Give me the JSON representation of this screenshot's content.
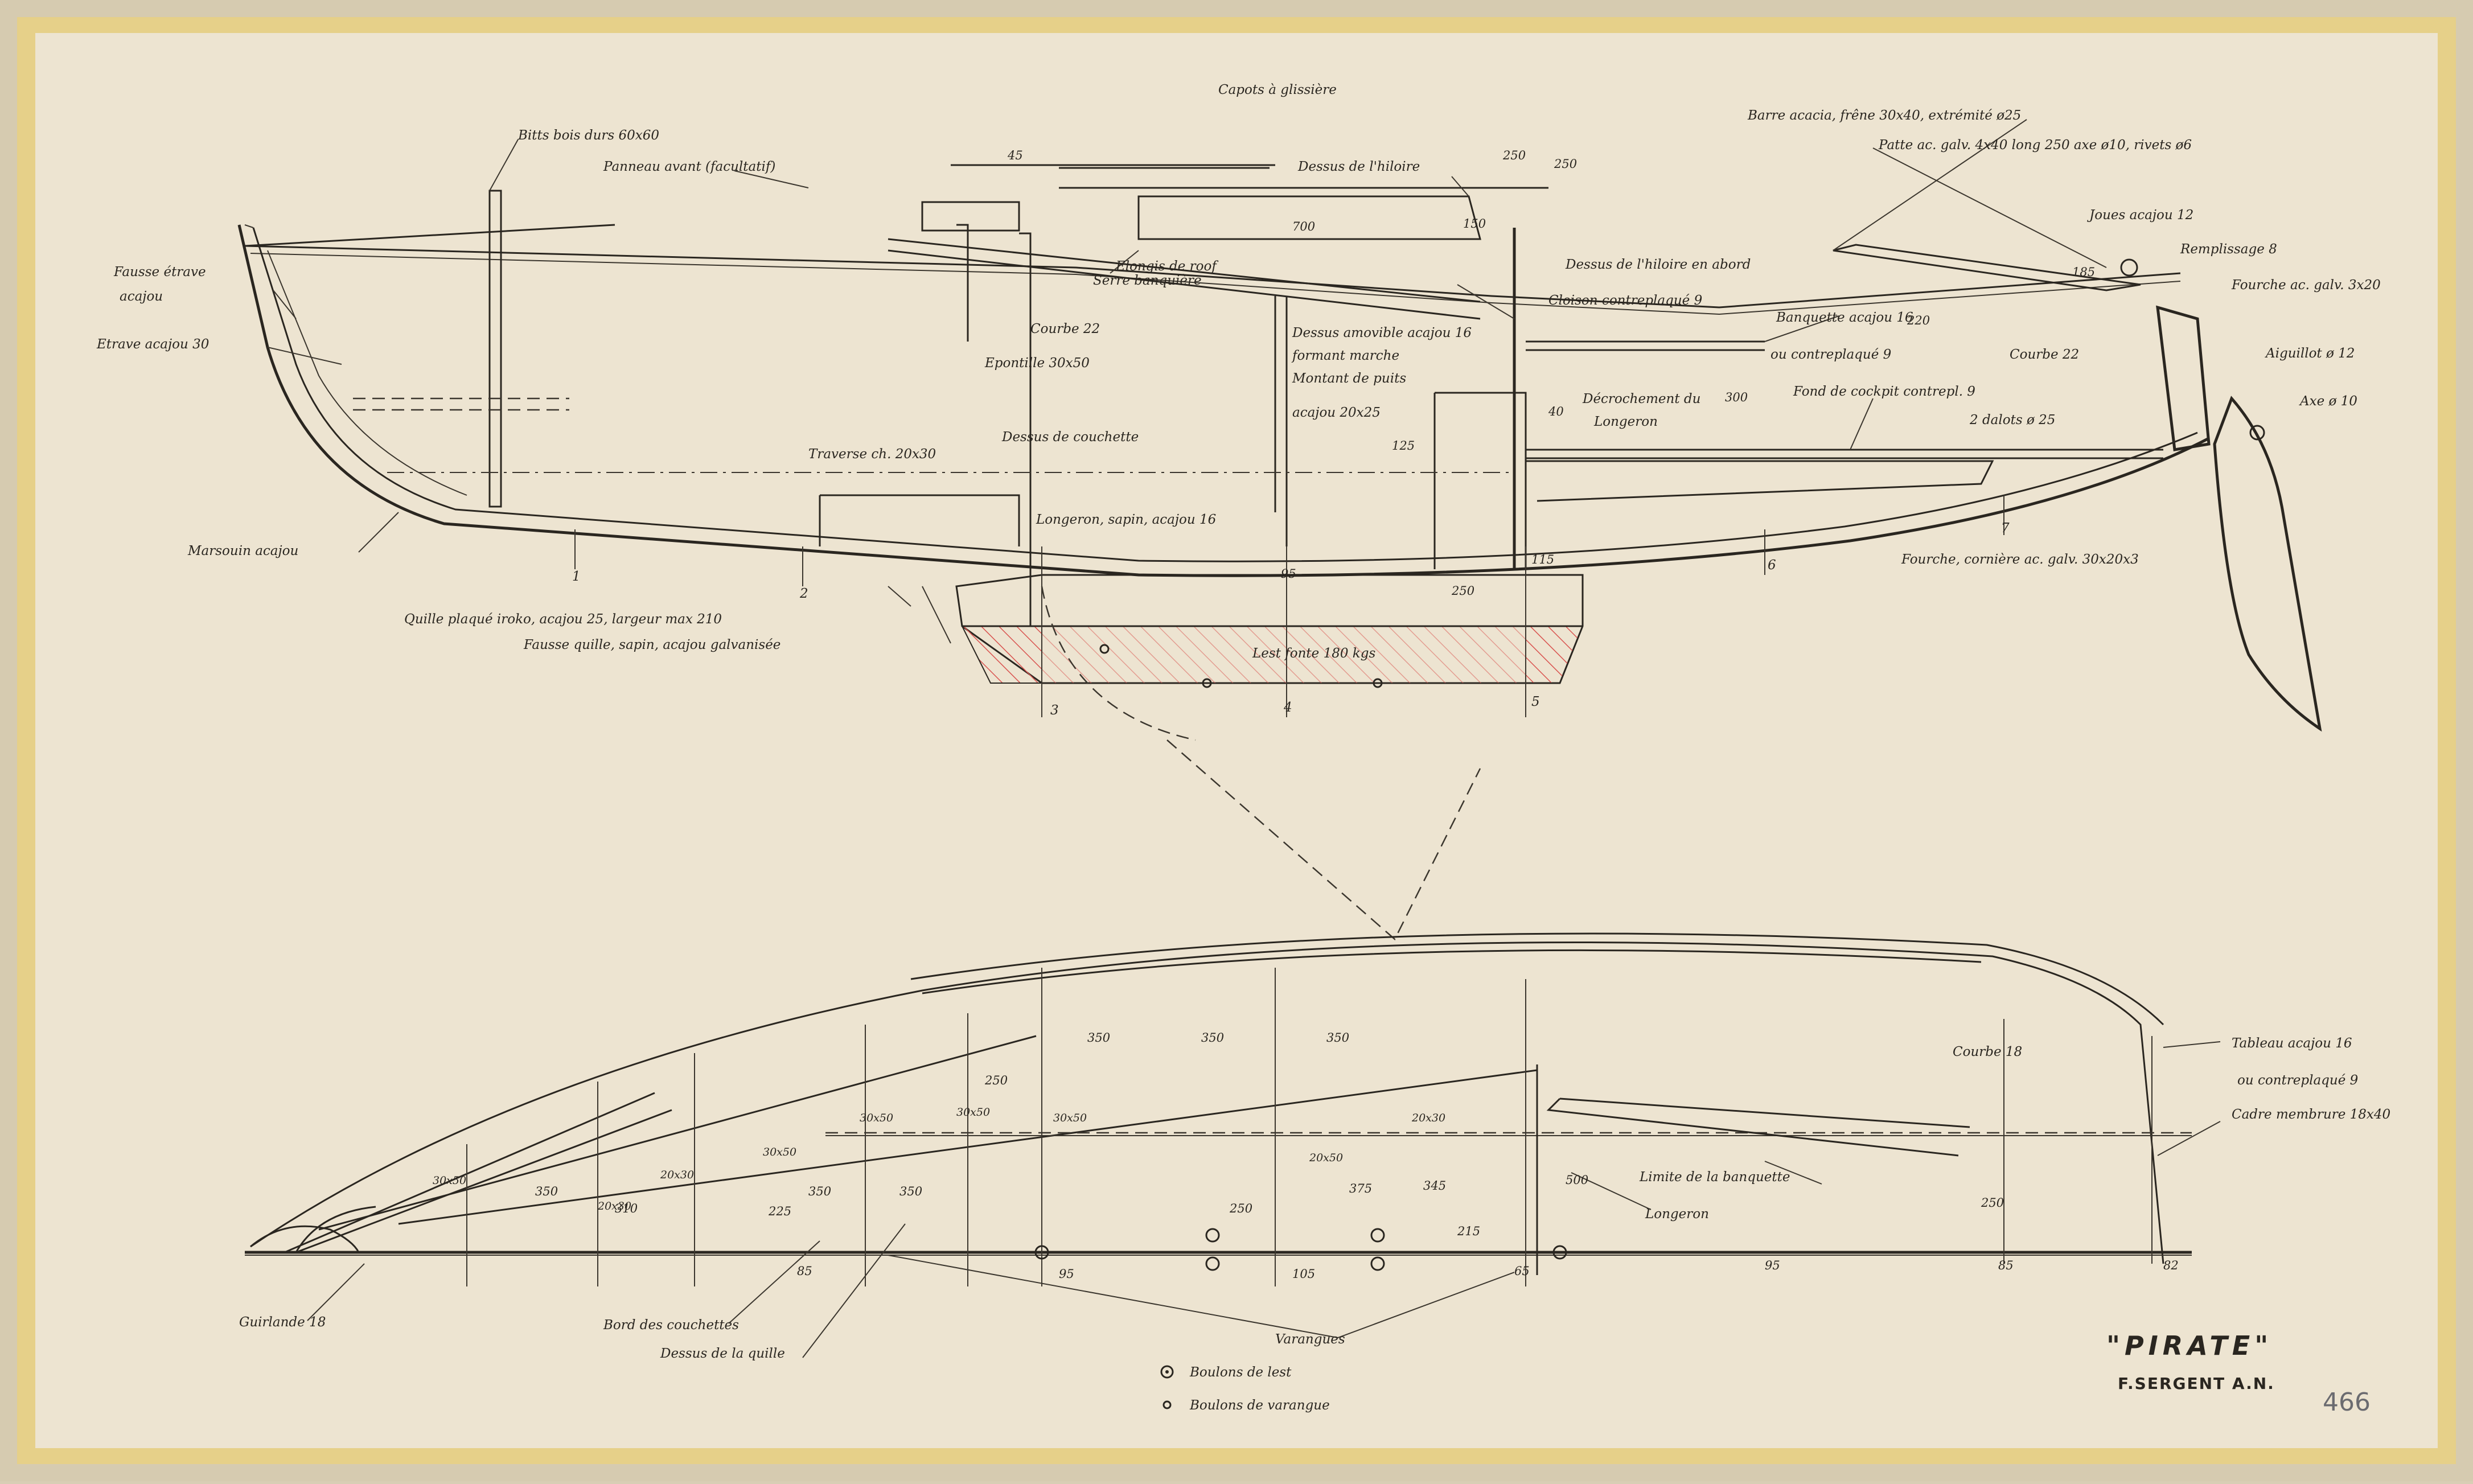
{
  "drawing": {
    "title": "\"PIRATE\"",
    "author": "F.SERGENT A.N.",
    "sheet_number": "466",
    "colors": {
      "paper": "#ede4d1",
      "border": "#e6d089",
      "ink": "#2a2620",
      "ballast_hatch": "#d9534f"
    },
    "profile": {
      "labels": {
        "capots": "Capots à glissière",
        "bitts": "Bitts bois durs 60x60",
        "panneau": "Panneau avant (facultatif)",
        "fausse_etrave": "Fausse étrave",
        "acajou": "acajou",
        "etrave": "Etrave acajou 30",
        "dessus_hiloire": "Dessus de l'hiloire",
        "elongis": "Elongis de roof",
        "serre": "Serre banquière",
        "courbe22a": "Courbe 22",
        "epontille": "Epontille 30x50",
        "dessus_amovible": "Dessus amovible acajou 16",
        "formant": "formant marche",
        "montant": "Montant de puits",
        "acajou20": "acajou 20x25",
        "decrochement": "Décrochement du",
        "longeron_word": "Longeron",
        "traverse": "Traverse ch. 20x30",
        "dessus_couchette": "Dessus de couchette",
        "longeron_sapin": "Longeron, sapin, acajou 16",
        "marsouin": "Marsouin acajou",
        "quille": "Quille plaqué iroko, acajou 25, largeur max 210",
        "fausse_quille": "Fausse quille, sapin, acajou galvanisée",
        "lest": "Lest fonte 180 kgs",
        "barre": "Barre acacia, frêne 30x40, extrémité ø25",
        "patte": "Patte ac. galv. 4x40 long 250 axe ø10, rivets ø6",
        "joues": "Joues acajou 12",
        "remplissage": "Remplissage 8",
        "fourche_top": "Fourche ac. galv. 3x20",
        "dessus_hiloire_abord": "Dessus de l'hiloire en abord",
        "cloison": "Cloison contreplaqué 9",
        "banquette": "Banquette acajou 16",
        "ou_contre": "ou contreplaqué 9",
        "courbe22b": "Courbe 22",
        "fond_cockpit": "Fond de cockpit contrepl. 9",
        "dalots": "2 dalots ø 25",
        "aiguillot": "Aiguillot ø 12",
        "axe": "Axe ø 10",
        "fourche_bottom": "Fourche, cornière ac. galv. 30x20x3"
      },
      "dims": {
        "d700": "700",
        "d45": "45",
        "d250a": "250",
        "d150": "150",
        "d250b": "250",
        "d95": "95",
        "d250c": "250",
        "d125": "125",
        "d300": "300",
        "d40": "40",
        "d115": "115",
        "d185": "185",
        "d220": "220"
      },
      "stations": [
        "1",
        "2",
        "3",
        "4",
        "5",
        "6",
        "7"
      ]
    },
    "plan": {
      "labels": {
        "courbe18": "Courbe 18",
        "tableau": "Tableau acajou 16",
        "ou_contre": "ou contreplaqué 9",
        "cadre": "Cadre membrure 18x40",
        "limite": "Limite de la banquette",
        "longeron": "Longeron",
        "guirlande": "Guirlande 18",
        "bord": "Bord des couchettes",
        "dessus_quille": "Dessus de la quille",
        "varangues": "Varangues"
      },
      "dims": {
        "d350a": "350",
        "d350b": "350",
        "d350c": "350",
        "d250": "250",
        "d350d": "350",
        "d350e": "350",
        "d350f": "350",
        "s20x30a": "20x30",
        "s20x30b": "20x30",
        "s20x30c": "20x30",
        "s20x50a": "20x50",
        "s30x50a": "30x50",
        "s30x50b": "30x50",
        "s30x50c": "30x50",
        "s30x50d": "30x50",
        "s30x50e": "30x50",
        "v85a": "85",
        "v95a": "95",
        "v105": "105",
        "v65": "65",
        "v95b": "95",
        "v85b": "85",
        "v82": "82",
        "h310": "310",
        "h225": "225",
        "h250a": "250",
        "h375": "375",
        "h345": "345",
        "h215": "215",
        "h500": "500",
        "h250b": "250"
      }
    },
    "legend": {
      "lest_bolts": "Boulons de lest",
      "varangue_bolts": "Boulons de varangue"
    }
  }
}
